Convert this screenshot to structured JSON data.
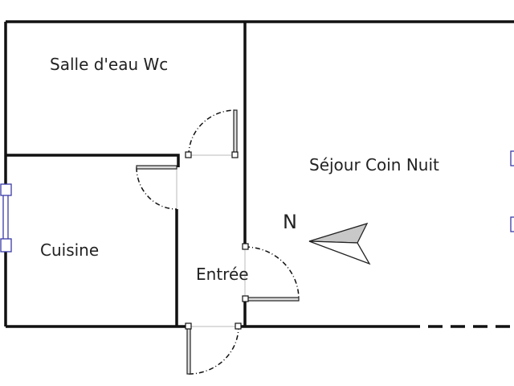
{
  "rooms": {
    "salle_deau": "Salle d'eau Wc",
    "sejour": "Séjour Coin Nuit",
    "cuisine": "Cuisine",
    "entree": "Entrée"
  },
  "compass": {
    "label": "N"
  },
  "colors": {
    "wall": "#111111",
    "window": "#3a3aa8",
    "compass_fill": "#c8c8c8"
  }
}
